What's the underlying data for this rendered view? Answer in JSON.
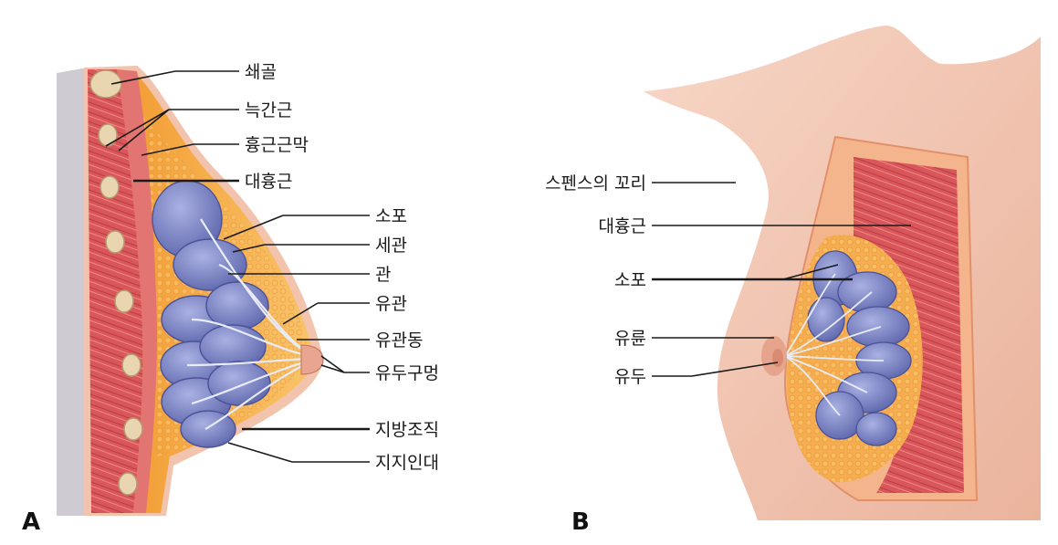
{
  "panel_a": {
    "letter": "A",
    "labels": {
      "clavicle": "쇄골",
      "intercostal": "늑간근",
      "pectoral_fascia": "흉근근막",
      "pectoralis_major": "대흉근",
      "alveoli": "소포",
      "ductules": "세관",
      "duct": "관",
      "lactiferous_duct": "유관",
      "lactiferous_sinus": "유관동",
      "nipple_pore": "유두구멍",
      "adipose": "지방조직",
      "suspensory_ligament": "지지인대"
    }
  },
  "panel_b": {
    "letter": "B",
    "labels": {
      "tail_of_spence": "스펜스의 꼬리",
      "pectoralis_major": "대흉근",
      "alveoli": "소포",
      "areola": "유륜",
      "nipple": "유두"
    }
  },
  "colors": {
    "skin": "#f3c7b4",
    "fat": "#f6a83e",
    "muscle": "#d9565a",
    "lobule": "#7f87c8",
    "bone": "#e9d5b0",
    "chest_wall": "#cfcbd3"
  }
}
